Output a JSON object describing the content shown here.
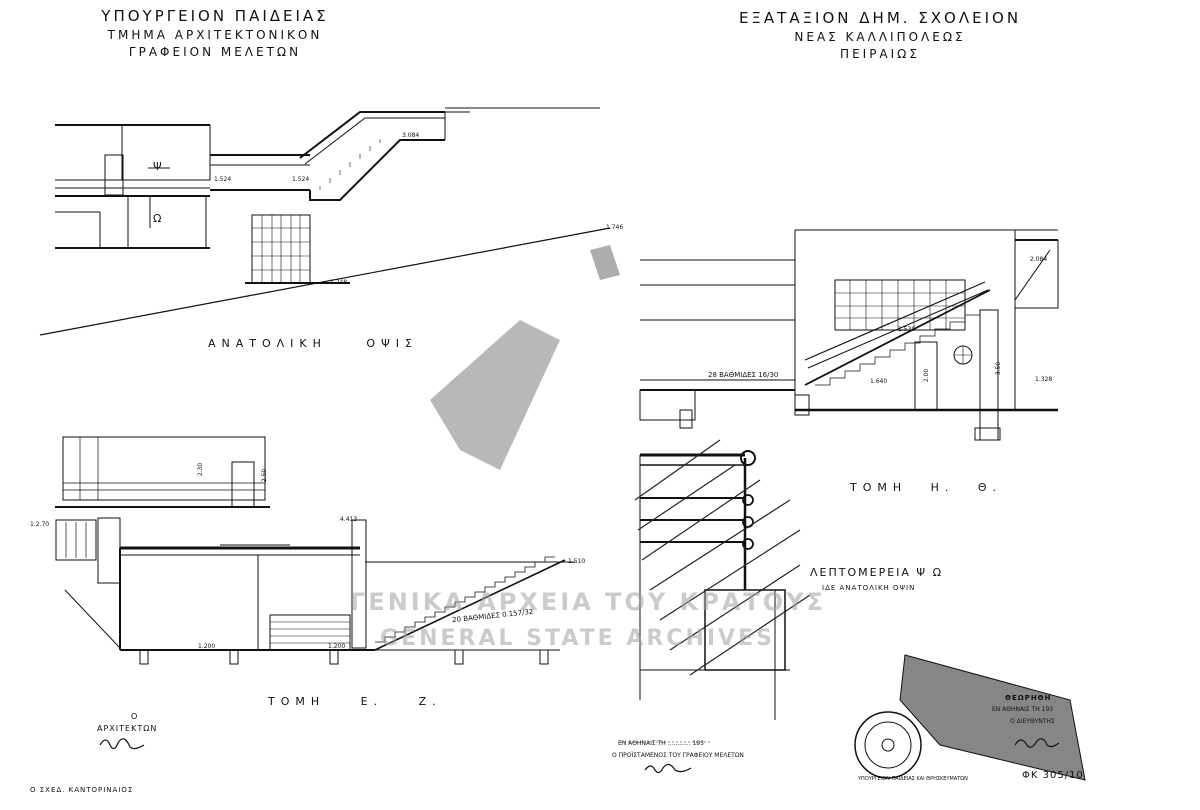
{
  "header_left": {
    "line1": "ΥΠΟΥΡΓΕΙΟΝ ΠΑΙΔΕΙΑΣ",
    "line2": "ΤΜΗΜΑ ΑΡΧΙΤΕΚΤΟΝΙΚΟΝ",
    "line3": "ΓΡΑΦΕΙΟΝ ΜΕΛΕΤΩΝ"
  },
  "header_right": {
    "line1": "ΕΞΑΤΑΞΙΟΝ ΔΗΜ. ΣΧΟΛΕΙΟΝ",
    "line2": "ΝΕΑΣ ΚΑΛΛΙΠΟΛΕΩΣ",
    "line3": "ΠΕΙΡΑΙΩΣ"
  },
  "views": {
    "east_elevation": "ΑΝΑΤΟΛΙΚΗ ΟΨΙΣ",
    "section_ez": "ΤΟΜΗ Ε. Ζ.",
    "section_ht": "ΤΟΜΗ Η. Θ.",
    "detail_title": "ΛΕΠΤΟΜΕΡΕΙΑ Ψ Ω",
    "detail_sub": "ΙΔΕ ΑΝΑΤΟΛΙΚΗ ΟΨΙΝ"
  },
  "labels": {
    "psi": "Ψ",
    "omega": "Ω",
    "steps_ez": "20 ΒΑΘΜΙΔΕΣ 0.157/32",
    "steps_ht": "28 ΒΑΘΜΙΔΕΣ 16/30"
  },
  "signatures": {
    "architect_title": "Ο",
    "architect": "ΑΡΧΙΤΕΚΤΩΝ",
    "drafter": "Ο ΣΧΕΔ. ΚΑΝΤΟΡΙΝΑΙΟΣ",
    "date_line": "ΕΝ ΑΘΗΝΑΙΣ ΤΗ ............ 193",
    "office_head": "Ο ΠΡΟΪΣΤΑΜΕΝΟΣ ΤΟΥ ΓΡΑΦΕΙΟΥ ΜΕΛΕΤΩΝ",
    "approval": "ΘΕΩΡΗΘΗ",
    "approval_place": "ΕΝ ΑΘΗΝΑΙΣ ΤΗ 193",
    "director": "Ο ΔΙΕΥΘΥΝΤΗΣ",
    "stamp_text": "ΥΠΟΥΡΓΕΙΟΝ ΠΑΙΔΕΙΑΣ ΚΑΙ ΘΡΗΣΚΕΥΜΑΤΩΝ",
    "archive_no": "ΦΚ 305/10"
  },
  "watermark": {
    "line1": "ΓΕΝΙΚΑ ΑΡΧΕΙΑ ΤΟΥ ΚΡΑΤΟΥΣ",
    "line2": "GENERAL STATE ARCHIVES"
  },
  "dims": {
    "d1": "1.524",
    "d2": "1.524",
    "d3": "3.084",
    "d4": "1.248",
    "d5": "1.746",
    "d6": "2.30",
    "d7": "2.50",
    "d8": "1.2.70",
    "d9": "1.200",
    "d10": "1.200",
    "d11": "1.510",
    "d12": "4.413",
    "d13": "1.530",
    "d14": "2.084",
    "d15": "1.640",
    "d16": "1.328",
    "d17": "2.00",
    "d18": "3.50"
  }
}
